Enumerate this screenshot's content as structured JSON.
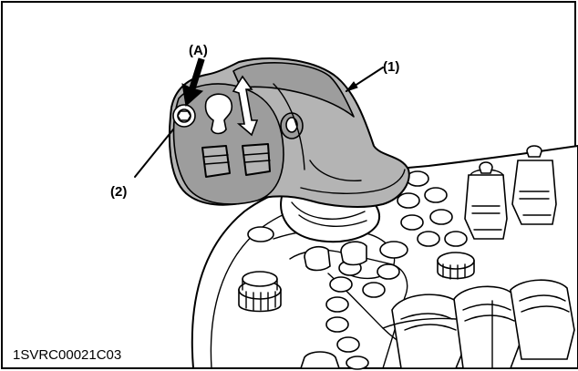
{
  "diagram": {
    "callouts": {
      "part_1": "(1)",
      "part_2": "(2)",
      "arrow_a": "(A)"
    },
    "figure_code": "1SVRC00021C03",
    "colors": {
      "grip_fill": "#b4b4b4",
      "grip_shade": "#9d9d9d",
      "line": "#000000",
      "background": "#ffffff"
    }
  }
}
